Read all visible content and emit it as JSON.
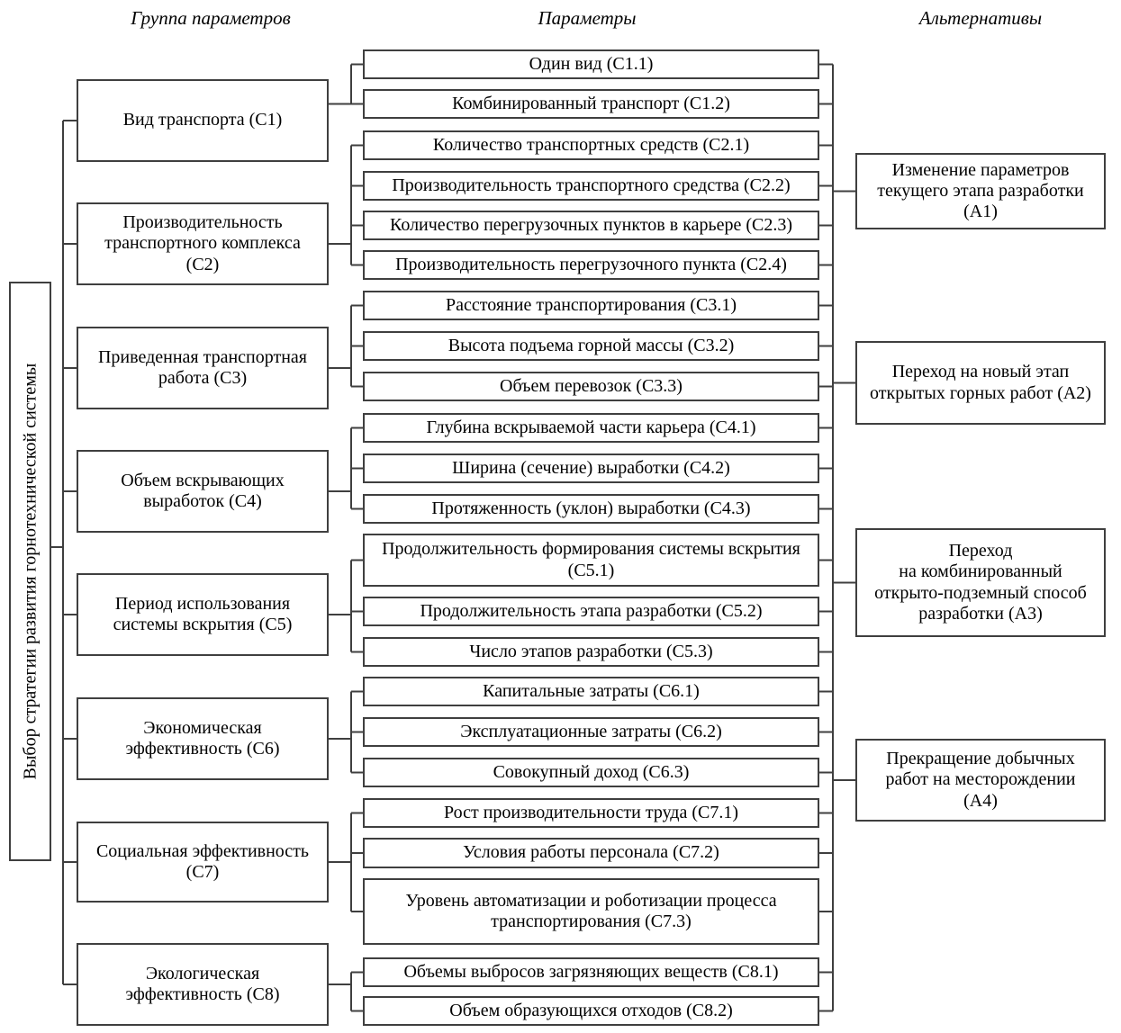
{
  "headers": {
    "group_column": "Группа параметров",
    "parameters_column": "Параметры",
    "alternatives_column": "Альтернативы"
  },
  "root": {
    "label": "Выбор стратегии развития горнотехнической системы"
  },
  "groups": [
    {
      "id": "C1",
      "label": "Вид транспорта (С1)",
      "parameters": [
        {
          "id": "C1.1",
          "label": "Один вид (С1.1)"
        },
        {
          "id": "C1.2",
          "label": "Комбинированный транспорт (С1.2)"
        }
      ]
    },
    {
      "id": "C2",
      "label": "Производительность\nтранспортного комплекса\n(С2)",
      "parameters": [
        {
          "id": "C2.1",
          "label": "Количество транспортных средств (С2.1)"
        },
        {
          "id": "C2.2",
          "label": "Производительность транспортного средства (С2.2)"
        },
        {
          "id": "C2.3",
          "label": "Количество перегрузочных пунктов в карьере (С2.3)"
        },
        {
          "id": "C2.4",
          "label": "Производительность перегрузочного пункта (С2.4)"
        }
      ]
    },
    {
      "id": "C3",
      "label": "Приведенная транспортная\nработа (С3)",
      "parameters": [
        {
          "id": "C3.1",
          "label": "Расстояние транспортирования (С3.1)"
        },
        {
          "id": "C3.2",
          "label": "Высота подъема горной массы (С3.2)"
        },
        {
          "id": "C3.3",
          "label": "Объем перевозок (С3.3)"
        }
      ]
    },
    {
      "id": "C4",
      "label": "Объем вскрывающих\nвыработок (С4)",
      "parameters": [
        {
          "id": "C4.1",
          "label": "Глубина вскрываемой части карьера (С4.1)"
        },
        {
          "id": "C4.2",
          "label": "Ширина (сечение) выработки (С4.2)"
        },
        {
          "id": "C4.3",
          "label": "Протяженность (уклон) выработки (С4.3)"
        }
      ]
    },
    {
      "id": "C5",
      "label": "Период использования\nсистемы вскрытия (С5)",
      "parameters": [
        {
          "id": "C5.1",
          "label": "Продолжительность формирования системы вскрытия\n(С5.1)"
        },
        {
          "id": "C5.2",
          "label": "Продолжительность этапа разработки (С5.2)"
        },
        {
          "id": "C5.3",
          "label": "Число этапов разработки (С5.3)"
        }
      ]
    },
    {
      "id": "C6",
      "label": "Экономическая\nэффективность (С6)",
      "parameters": [
        {
          "id": "C6.1",
          "label": "Капитальные затраты (С6.1)"
        },
        {
          "id": "C6.2",
          "label": "Эксплуатационные затраты (С6.2)"
        },
        {
          "id": "C6.3",
          "label": "Совокупный доход (С6.3)"
        }
      ]
    },
    {
      "id": "C7",
      "label": "Социальная эффективность\n(С7)",
      "parameters": [
        {
          "id": "C7.1",
          "label": "Рост производительности труда (С7.1)"
        },
        {
          "id": "C7.2",
          "label": "Условия работы персонала (С7.2)"
        },
        {
          "id": "C7.3",
          "label": "Уровень автоматизации и роботизации процесса\nтранспортирования (С7.3)"
        }
      ]
    },
    {
      "id": "C8",
      "label": "Экологическая\nэффективность (С8)",
      "parameters": [
        {
          "id": "C8.1",
          "label": "Объемы выбросов загрязняющих веществ (С8.1)"
        },
        {
          "id": "C8.2",
          "label": "Объем образующихся отходов (С8.2)"
        }
      ]
    }
  ],
  "alternatives": [
    {
      "id": "A1",
      "label": "Изменение параметров\nтекущего этапа разработки\n(А1)"
    },
    {
      "id": "A2",
      "label": "Переход на новый этап\nоткрытых горных работ (А2)"
    },
    {
      "id": "A3",
      "label": "Переход\nна комбинированный\nоткрыто-подземный способ\nразработки (А3)"
    },
    {
      "id": "A4",
      "label": "Прекращение добычных\nработ на месторождении\n(А4)"
    }
  ],
  "colors": {
    "line": "#3f3f3f",
    "text": "#000000",
    "background": "#ffffff"
  }
}
